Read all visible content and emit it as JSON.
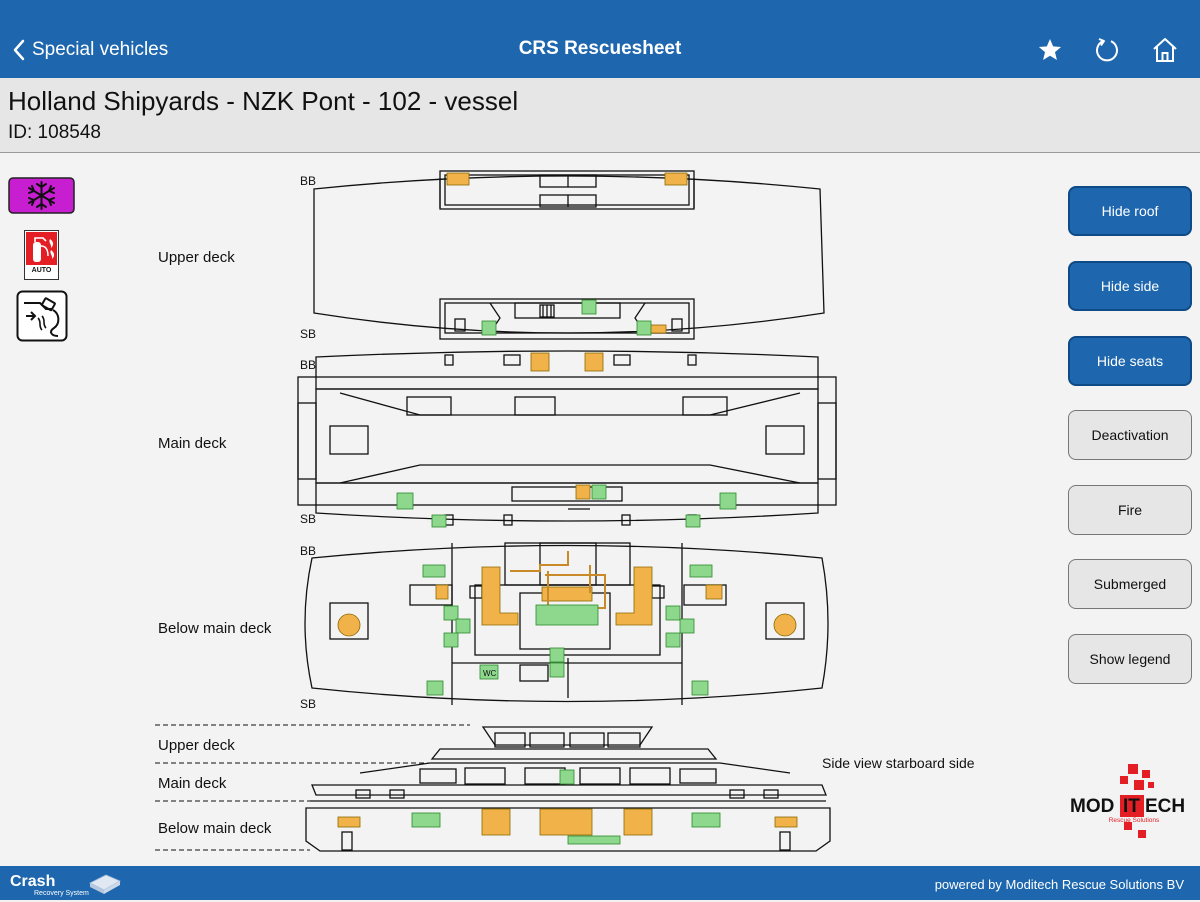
{
  "nav": {
    "back_label": "Special vehicles",
    "title": "CRS Rescuesheet",
    "icons": [
      "star-icon",
      "refresh-icon",
      "home-icon"
    ]
  },
  "vehicle": {
    "title": "Holland Shipyards - NZK Pont - 102 - vessel",
    "id_label": "ID: 108548"
  },
  "left_icons": [
    "snowflake-ac-icon",
    "fire-extinguisher-auto-icon",
    "fuel-pump-icon"
  ],
  "fire_extinguisher_badge": "AUTO",
  "deck_labels": {
    "upper_deck": "Upper deck",
    "main_deck": "Main deck",
    "below_main_deck": "Below main deck",
    "side_upper_deck": "Upper deck",
    "side_main_deck": "Main deck",
    "side_below_main_deck": "Below main deck",
    "side_view": "Side view starboard side"
  },
  "side_marks": {
    "upper_bb": "BB",
    "upper_sb": "SB",
    "main_bb": "BB",
    "main_sb": "SB",
    "below_bb": "BB",
    "below_sb": "SB",
    "wc": "WC"
  },
  "buttons": {
    "hide_roof": "Hide roof",
    "hide_side": "Hide side",
    "hide_seats": "Hide seats",
    "deactivation": "Deactivation",
    "fire": "Fire",
    "submerged": "Submerged",
    "show_legend": "Show legend"
  },
  "footer": {
    "powered_by": "powered by Moditech Rescue Solutions BV",
    "crash_logo_text": "Crash",
    "crash_logo_sub": "Recovery System"
  },
  "moditech": {
    "name_part1": "MOD",
    "name_part2": "IT",
    "name_part3": "ECH",
    "tagline": "Rescue Solutions"
  },
  "colors": {
    "primary_blue": "#1e67ae",
    "orange": "#f2b24a",
    "green": "#8ed88e",
    "magenta": "#c81ed2",
    "red": "#e31e24"
  }
}
